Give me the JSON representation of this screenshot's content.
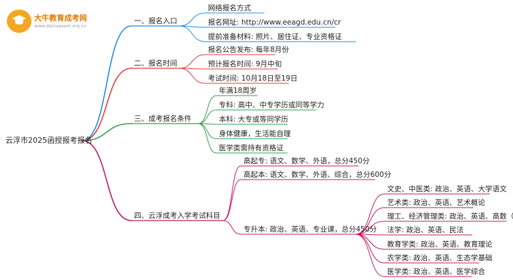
{
  "logo": {
    "title": "大牛教育成考网",
    "url": "www.daniuexam.org.cn"
  },
  "root": "云浮市2025函授报考报名",
  "branches": [
    {
      "label": "一、报名入口",
      "color": "#1e88e5",
      "children": [
        "网络报名方式",
        "报名网址: http://www.eeagd.edu.cn/cr",
        "提前准备材料: 照片、居住证、专业资格证"
      ]
    },
    {
      "label": "二、报名时间",
      "color": "#e53935",
      "children": [
        "报名公告发布: 每年8月份",
        "预计报名时间: 9月中旬",
        "考试时间: 10月18日至19日"
      ]
    },
    {
      "label": "三、成考报名条件",
      "color": "#2e9e4f",
      "children": [
        "年满18周岁",
        "专科: 高中、中专学历或同等学力",
        "本科: 大专或等同学历",
        "身体健康，生活能自理",
        "医学类需持有资格证"
      ]
    },
    {
      "label": "四、云浮成考入学考试科目",
      "color": "#c2185b",
      "children": [
        "高起专: 语文、数学、外语，总分450分",
        "高起本: 语文、数学、外语、综合，总分600分",
        "专升本: 政治、英语、专业课，总分450分"
      ],
      "sub": [
        "文史、中医类: 政治、英语、大学语文",
        "艺术类: 政治、英语、艺术概论",
        "理工、经济管理类: 政治、英语、高数（二）",
        "法学: 政治、英语、民法",
        "教育学类: 政治、英语、教育理论",
        "农学类: 政治、英语、生态学基础",
        "医学类: 政治、英语、医学综合"
      ]
    }
  ]
}
